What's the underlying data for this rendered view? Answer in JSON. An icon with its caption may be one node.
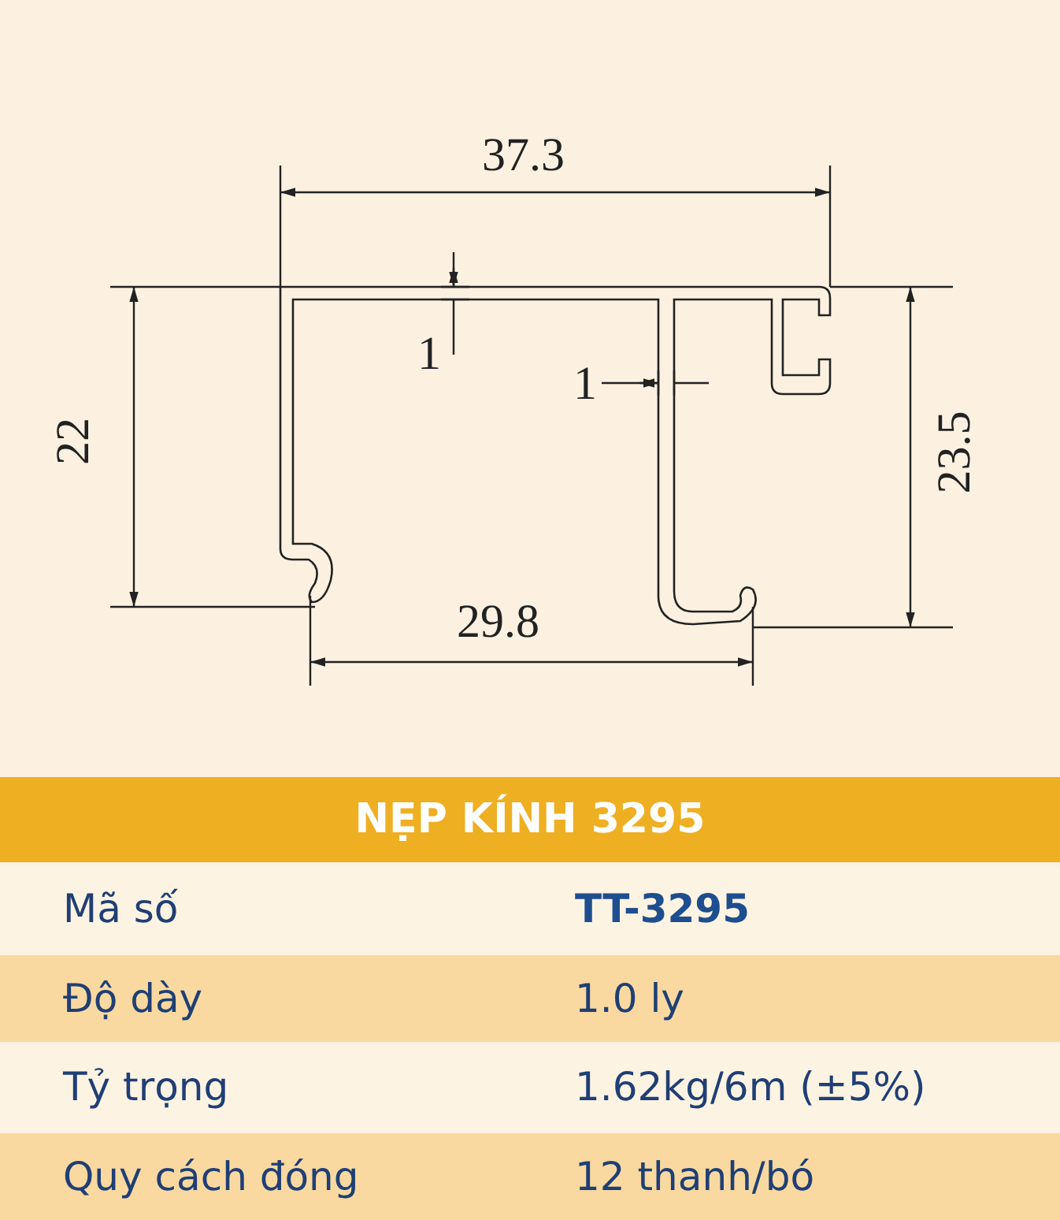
{
  "diagram": {
    "title": "NẸP KÍNH 3295",
    "labels": [
      "37.3",
      "1",
      "1",
      "22",
      "23.5",
      "29.8",
      "Mã số",
      "TT-3295",
      "Độ dày",
      "1.0 ly",
      "Tỷ trọng",
      "1.62kg/6m (±5%)",
      "Quy cách đóng",
      "12 thanh/bó"
    ]
  }
}
